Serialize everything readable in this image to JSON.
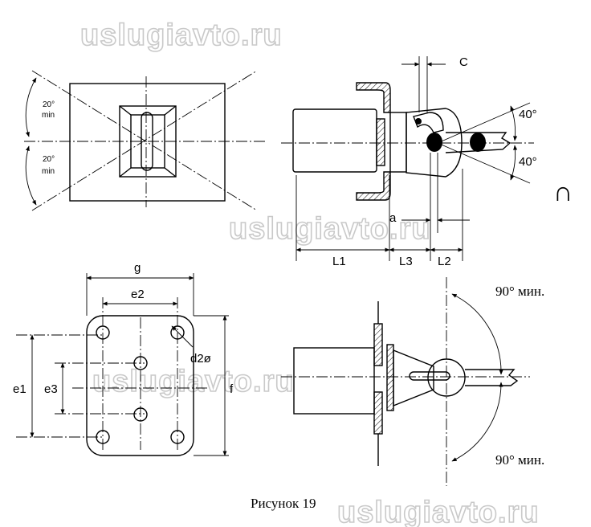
{
  "figure": {
    "caption": "Рисунок 19",
    "watermark": "uslugiavto.ru"
  },
  "top_left_view": {
    "angle_upper": "20°",
    "angle_upper_unit": "min",
    "angle_lower": "20°",
    "angle_lower_unit": "min"
  },
  "top_right_view": {
    "dim_c": "C",
    "dim_a": "a",
    "dim_l1": "L1",
    "dim_l3": "L3",
    "dim_l2": "L2",
    "angle_up": "40°",
    "angle_down": "40°",
    "symbol": "∩"
  },
  "bottom_left_view": {
    "dim_g": "g",
    "dim_e2": "e2",
    "dim_e1": "e1",
    "dim_e3": "e3",
    "dim_f": "f",
    "dim_d2": "d2ø"
  },
  "bottom_right_view": {
    "angle_up": "90° мин.",
    "angle_down": "90° мин."
  }
}
